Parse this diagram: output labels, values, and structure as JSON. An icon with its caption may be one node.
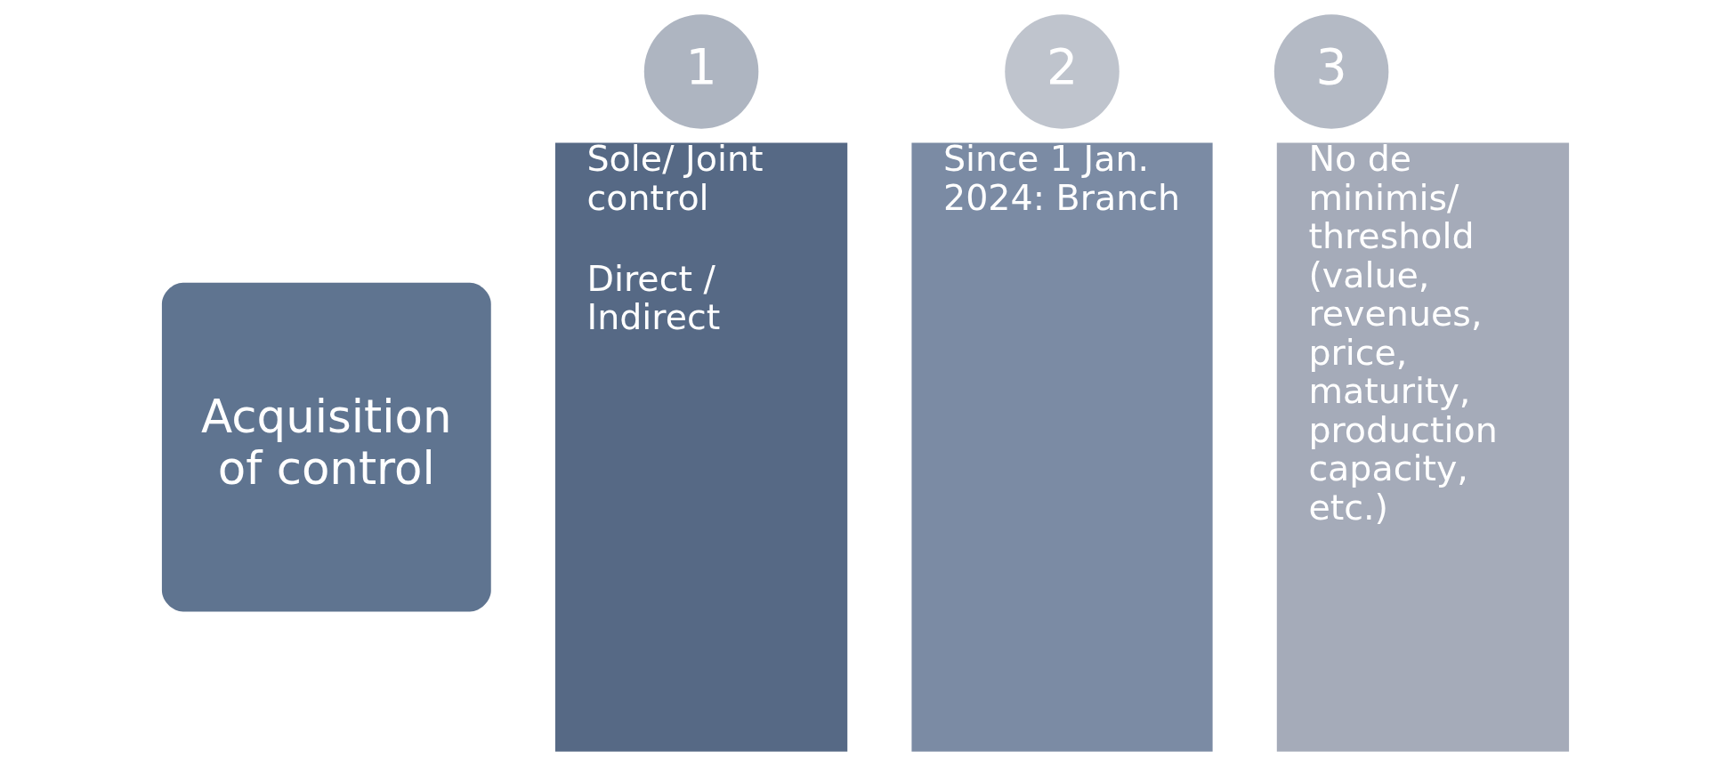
{
  "diagram": {
    "nodes": [
      {
        "text": [
          "Acquisition of control"
        ]
      },
      {
        "text": [
          "1"
        ]
      },
      {
        "text": [
          "Sole/ Joint control",
          "Direct / Indirect"
        ]
      },
      {
        "text": [
          "2"
        ]
      },
      {
        "text": [
          "Since 1 Jan. 2024: Branch"
        ]
      },
      {
        "text": [
          "3"
        ]
      },
      {
        "text": [
          "No de minimis/ threshold (value, revenues, price, maturity, production capacity, etc.)"
        ]
      }
    ],
    "edges": []
  }
}
